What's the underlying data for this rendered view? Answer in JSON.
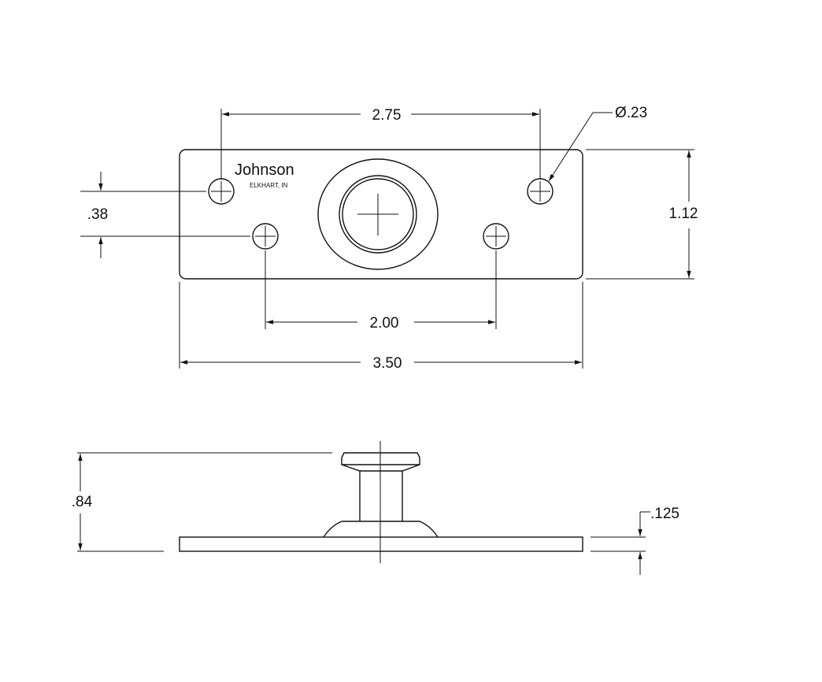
{
  "brand": {
    "name": "Johnson",
    "location": "ELKHART, IN"
  },
  "top_view": {
    "dims": {
      "hole_spacing_outer": "2.75",
      "hole_diameter": "Ø.23",
      "height": "1.12",
      "hole_offset": ".38",
      "hole_spacing_inner": "2.00",
      "length": "3.50"
    }
  },
  "side_view": {
    "dims": {
      "overall_height": ".84",
      "thickness": ".125"
    }
  }
}
